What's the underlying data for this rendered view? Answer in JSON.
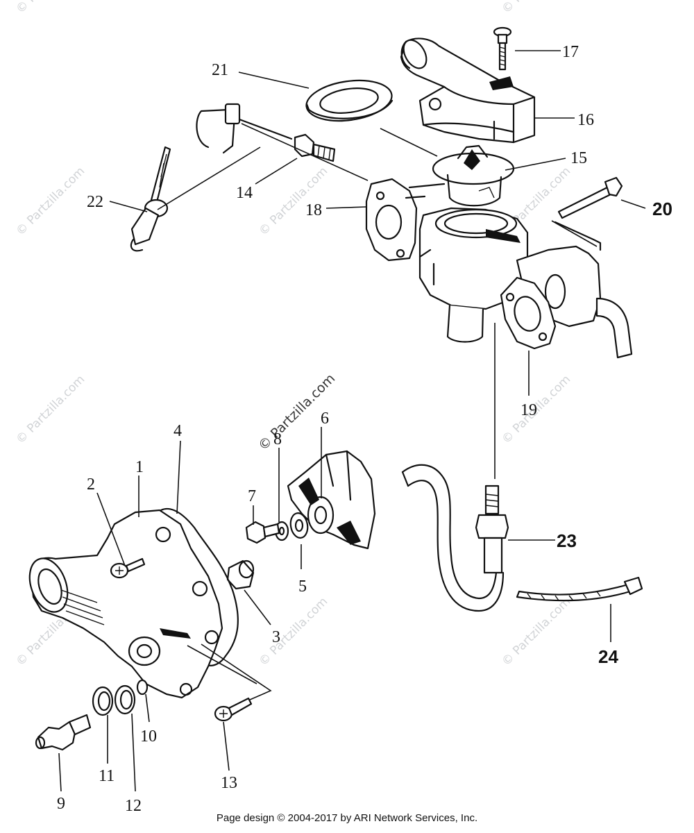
{
  "callouts": {
    "c1": "1",
    "c2": "2",
    "c3": "3",
    "c4": "4",
    "c5": "5",
    "c6": "6",
    "c7": "7",
    "c8": "8",
    "c9": "9",
    "c10": "10",
    "c11": "11",
    "c12": "12",
    "c13": "13",
    "c14": "14",
    "c15": "15",
    "c16": "16",
    "c17": "17",
    "c18": "18",
    "c19": "19",
    "c20": "20",
    "c21": "21",
    "c22": "22",
    "c23": "23",
    "c24": "24"
  },
  "watermark": "© Partzilla.com",
  "footer": "Page design © 2004-2017 by ARI Network Services, Inc."
}
